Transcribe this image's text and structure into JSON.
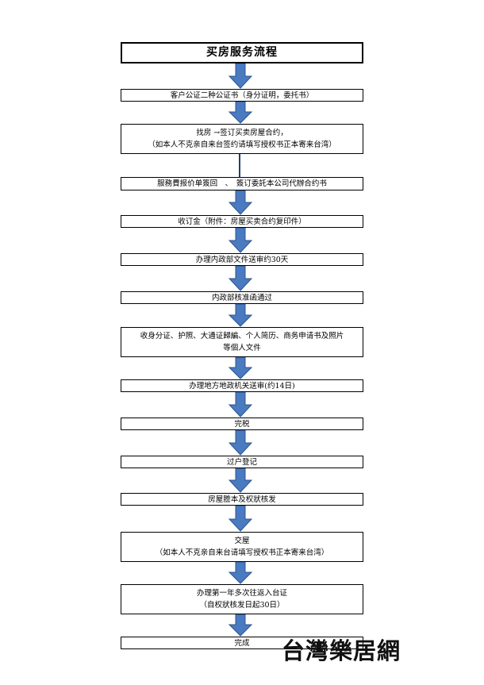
{
  "title": "买房服务流程",
  "steps": [
    {
      "lines": [
        "客户公证二种公证书（身分证明，委托书）"
      ]
    },
    {
      "lines": [
        "找房 →签订买卖房屋合约，",
        "（如本人不克亲自来台签约请填写授权书正本寄来台湾）"
      ]
    },
    {
      "lines": [
        "服務費报价单簽回　、　簽订委託本公司代辦合约书"
      ]
    },
    {
      "lines": [
        "收订金（附件：房屋买卖合约复印件）"
      ]
    },
    {
      "lines": [
        "办理内政部文件送审约30天"
      ]
    },
    {
      "lines": [
        "内政部核准函通过"
      ]
    },
    {
      "lines": [
        "收身分证、护照、大通证歸編、个人简历、商务申请书及照片",
        "等個人文件"
      ]
    },
    {
      "lines": [
        "办理地方地政机关送审(约14日)"
      ]
    },
    {
      "lines": [
        "完税"
      ]
    },
    {
      "lines": [
        "过户登记"
      ]
    },
    {
      "lines": [
        "房屋謄本及权狀核发"
      ]
    },
    {
      "lines": [
        "交屋",
        "（如本人不克亲自来台请填写授权书正本寄来台湾）"
      ]
    },
    {
      "lines": [
        "办理第一年多次往返入台证",
        "（自权狀核发日起30日）"
      ]
    },
    {
      "lines": [
        "完成"
      ]
    }
  ],
  "logo": "台灣樂居網",
  "colors": {
    "arrow": "#4a7abf",
    "arrow_edge": "#2c548f",
    "border": "#000000"
  }
}
